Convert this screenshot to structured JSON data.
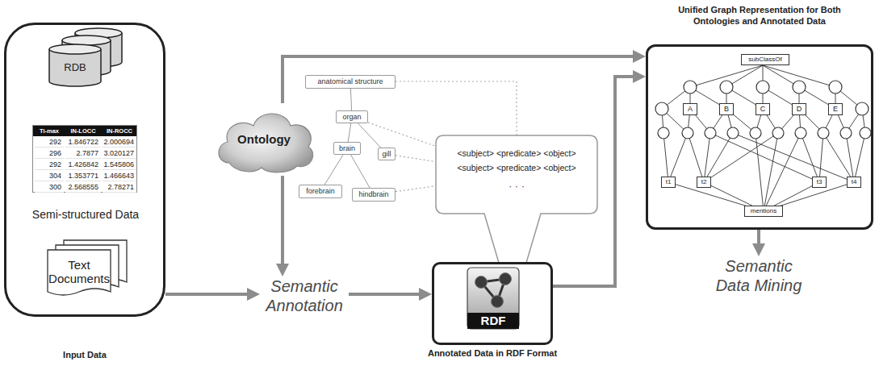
{
  "diagram": {
    "nodes": [
      {
        "text": [
          "Input Data"
        ]
      },
      {
        "text": [
          "RDB"
        ],
        "in": 0
      },
      {
        "text": [
          "Semi-structured Data"
        ],
        "in": 0
      },
      {
        "text": [
          "Text Documents"
        ],
        "in": 0
      },
      {
        "text": [
          "Ontology"
        ]
      },
      {
        "text": [
          "anatomical structure"
        ]
      },
      {
        "text": [
          "organ"
        ]
      },
      {
        "text": [
          "brain"
        ]
      },
      {
        "text": [
          "gill"
        ]
      },
      {
        "text": [
          "forebrain"
        ]
      },
      {
        "text": [
          "hindbrain"
        ]
      },
      {
        "text": [
          "<subject> <predicate> <object>",
          "<subject> <predicate> <object>",
          "· · ·"
        ]
      },
      {
        "text": [
          "Semantic Annotation"
        ]
      },
      {
        "text": [
          "RDF",
          "Annotated Data in RDF Format"
        ]
      },
      {
        "text": [
          "Unified Graph Representation for Both Ontologies and Annotated Data"
        ]
      },
      {
        "text": [
          "subClassOf"
        ],
        "in": 14
      },
      {
        "text": [
          "A"
        ],
        "in": 14
      },
      {
        "text": [
          "B"
        ],
        "in": 14
      },
      {
        "text": [
          "C"
        ],
        "in": 14
      },
      {
        "text": [
          "D"
        ],
        "in": 14
      },
      {
        "text": [
          "E"
        ],
        "in": 14
      },
      {
        "text": [
          "t1"
        ],
        "in": 14
      },
      {
        "text": [
          "t2"
        ],
        "in": 14
      },
      {
        "text": [
          "t3"
        ],
        "in": 14
      },
      {
        "text": [
          "t4"
        ],
        "in": 14
      },
      {
        "text": [
          "mentions"
        ],
        "in": 14
      },
      {
        "text": [
          "Semantic Data Mining"
        ]
      }
    ],
    "edges": [
      {
        "from": 0,
        "to": 12,
        "arrow": "to"
      },
      {
        "from": 4,
        "to": 12,
        "arrow": "to"
      },
      {
        "from": 12,
        "to": 13,
        "arrow": "to"
      },
      {
        "from": 4,
        "to": 14,
        "arrow": "to"
      },
      {
        "from": 13,
        "to": 14,
        "arrow": "to"
      },
      {
        "from": 14,
        "to": 26,
        "arrow": "to"
      },
      {
        "from": 5,
        "to": 6,
        "arrow": "none"
      },
      {
        "from": 6,
        "to": 7,
        "arrow": "none"
      },
      {
        "from": 6,
        "to": 8,
        "arrow": "none"
      },
      {
        "from": 7,
        "to": 9,
        "arrow": "none"
      },
      {
        "from": 7,
        "to": 10,
        "arrow": "none"
      },
      {
        "from": 5,
        "to": 11,
        "arrow": "none"
      },
      {
        "from": 6,
        "to": 11,
        "arrow": "none"
      },
      {
        "from": 8,
        "to": 11,
        "arrow": "none"
      },
      {
        "from": 10,
        "to": 11,
        "arrow": "none"
      }
    ],
    "labels": [
      "Ti-max",
      "IN-LOCC",
      "IN-ROCC",
      "292",
      "1.846722",
      "2.000694",
      "296",
      "2.7877",
      "3.020127",
      "292",
      "1.426842",
      "1.545806",
      "304",
      "1.353771",
      "1.466643",
      "300",
      "2.568555",
      "2.78271"
    ]
  }
}
